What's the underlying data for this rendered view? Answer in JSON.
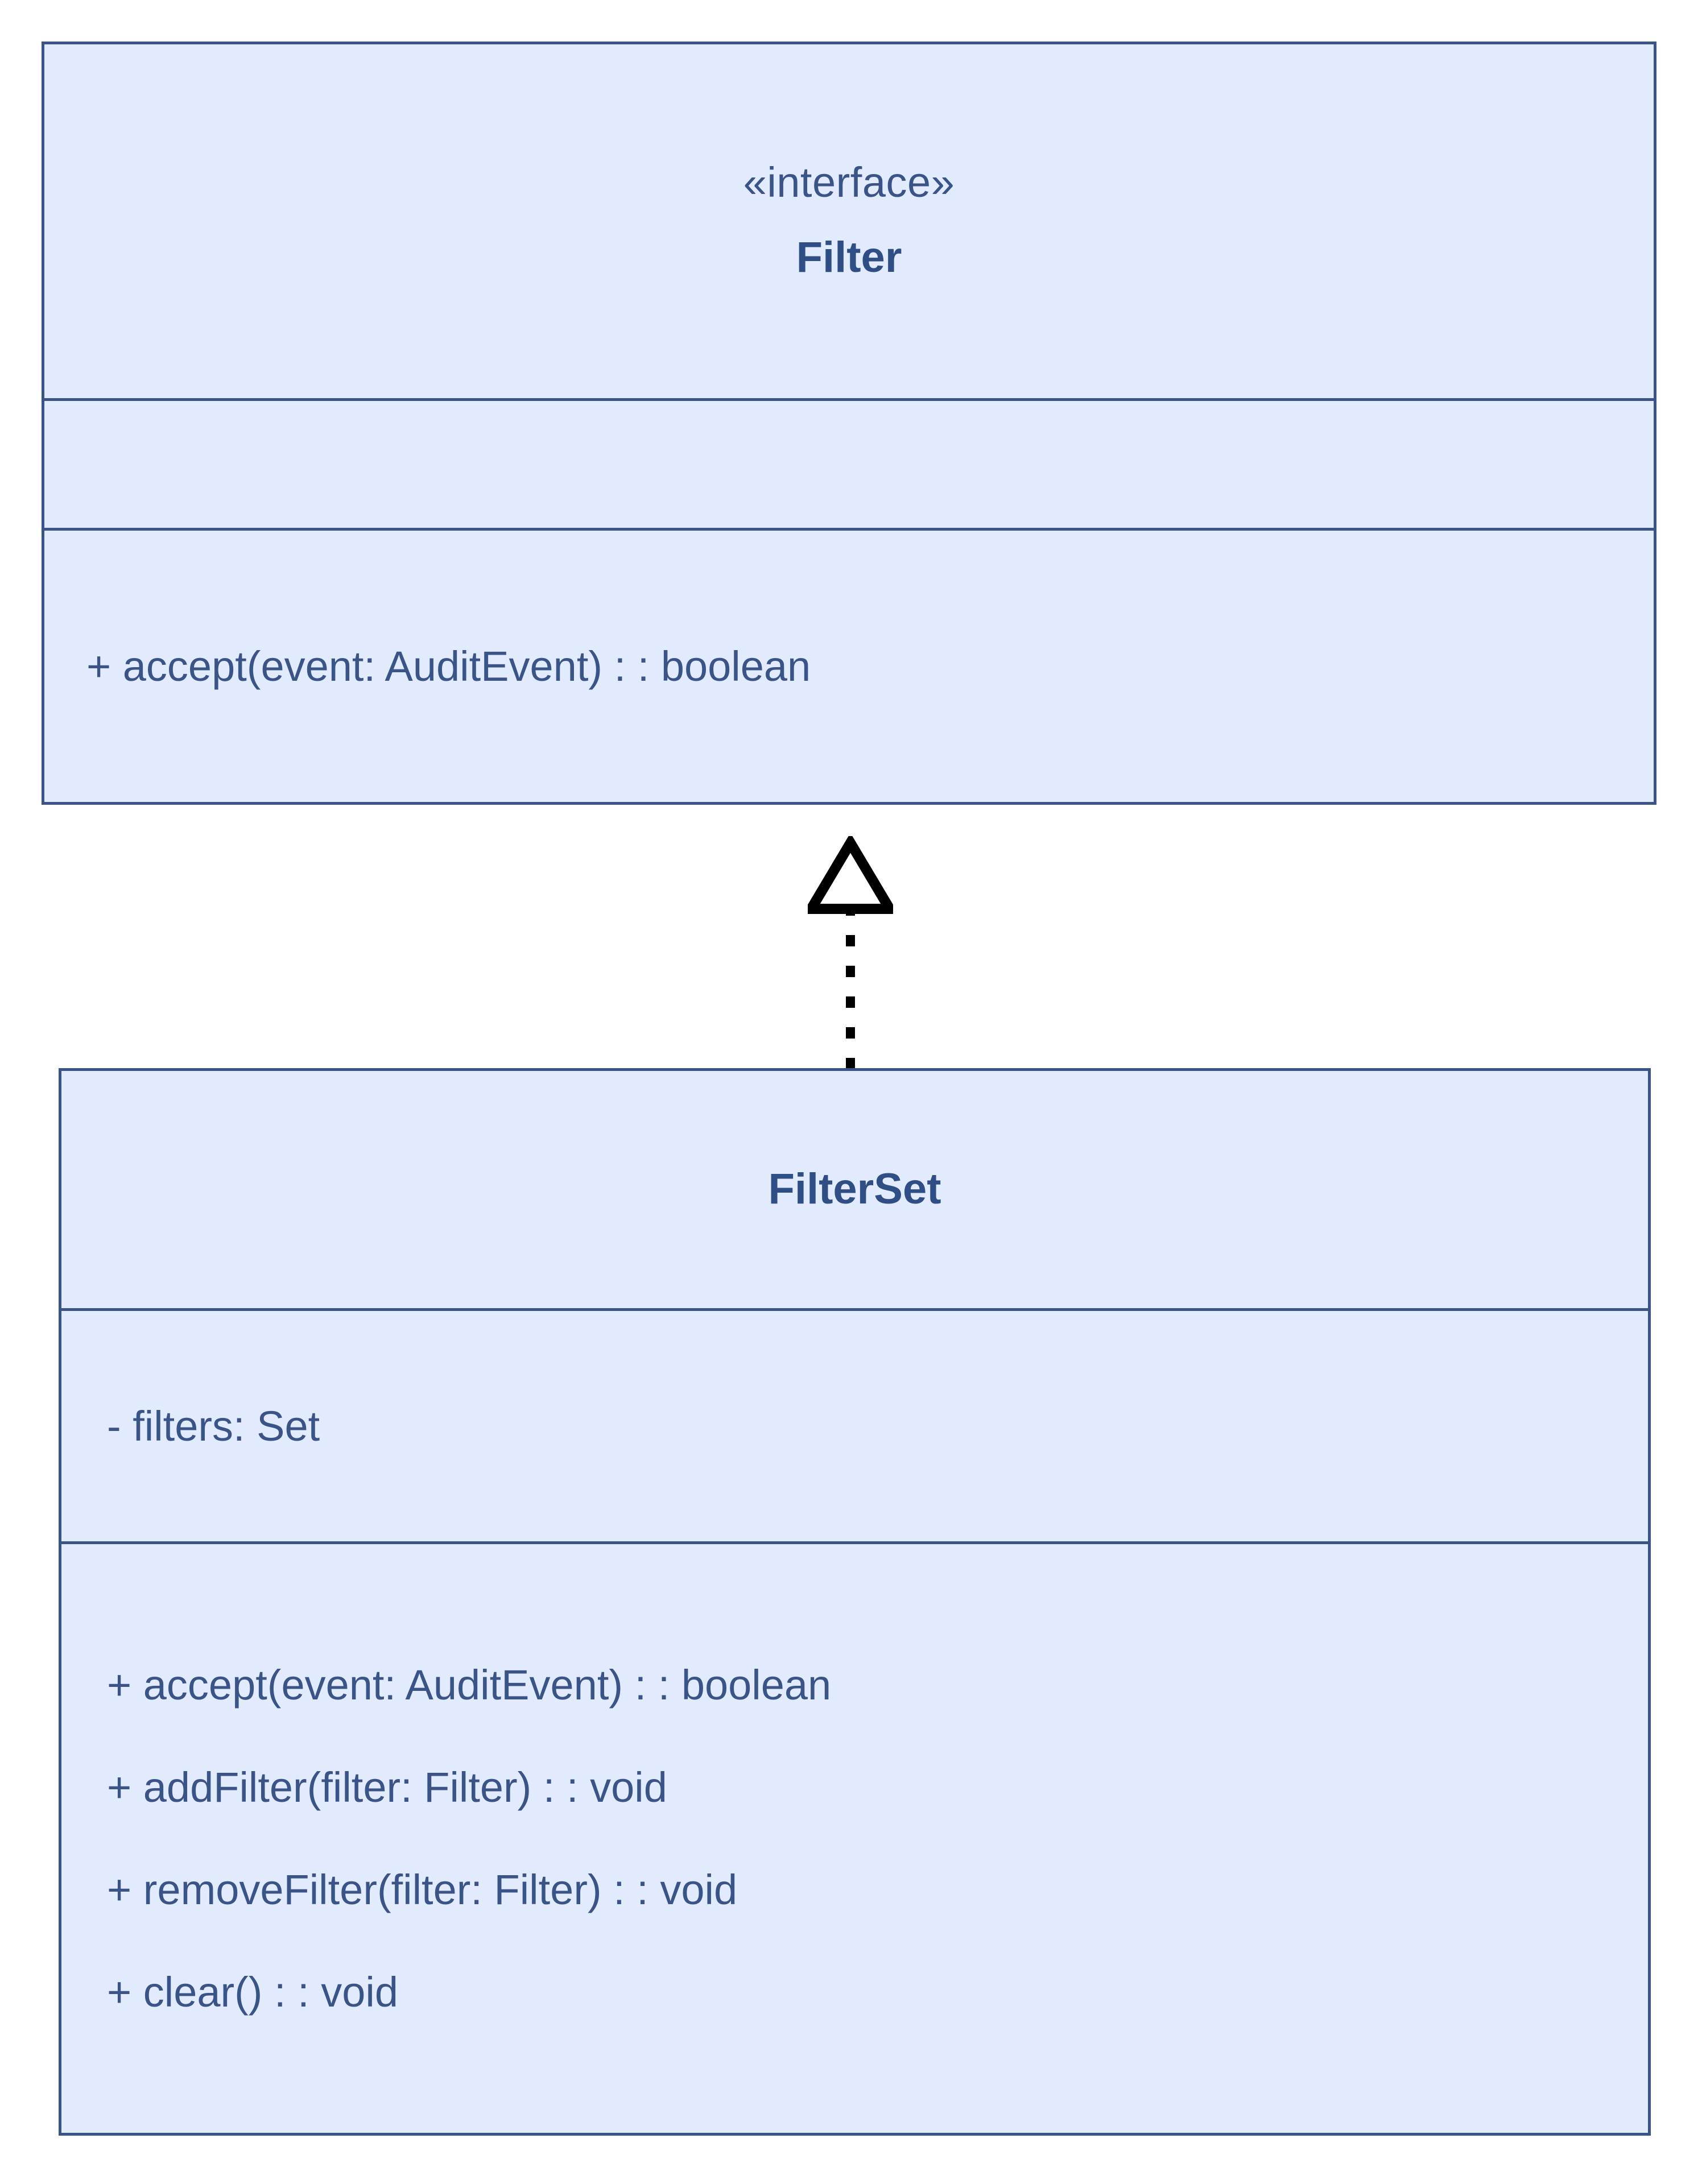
{
  "diagram": {
    "type": "uml-class-diagram",
    "background_color": "#ffffff",
    "class_fill_color": "#e2eafd",
    "class_border_color": "#3b5488",
    "text_color": "#3a5487",
    "connector_color": "#000000"
  },
  "classes": [
    {
      "id": "filter",
      "stereotype": "«interface»",
      "name": "Filter",
      "attributes": [],
      "operations": [
        "+ accept(event: AuditEvent) : : boolean"
      ]
    },
    {
      "id": "filterset",
      "stereotype": "",
      "name": "FilterSet",
      "attributes": [
        "- filters: Set"
      ],
      "operations": [
        "+ accept(event: AuditEvent) : : boolean",
        "+ addFilter(filter: Filter) : : void",
        "+ removeFilter(filter: Filter) : : void",
        "+ clear() : : void"
      ]
    }
  ],
  "relationships": [
    {
      "kind": "realization",
      "source": "FilterSet",
      "target": "Filter",
      "line_style": "dotted",
      "arrow_head": "hollow-triangle"
    }
  ]
}
